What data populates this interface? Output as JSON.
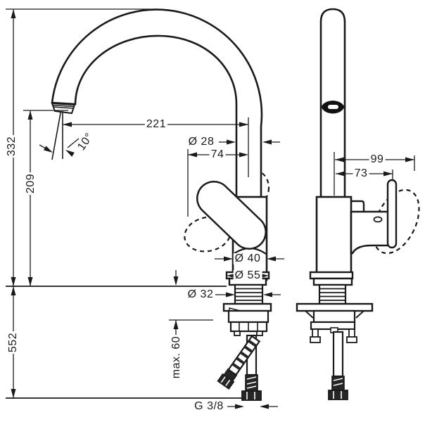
{
  "drawing": {
    "dimensions": {
      "total_height": "332",
      "spout_height": "209",
      "under_counter_depth": "552",
      "spout_reach": "221",
      "spout_pipe_diameter": "Ø 28",
      "handle_offset": "74",
      "side_reach": "99",
      "lever_offset": "73",
      "body_diameter": "Ø 40",
      "base_diameter": "Ø 55",
      "hole_diameter": "Ø 32",
      "max_counter_thickness": "max. 60",
      "connection_thread": "G 3/8",
      "stream_angle": "10°"
    },
    "colors": {
      "line": "#1a1a1a",
      "hose_fill": "#262626",
      "background": "#ffffff"
    }
  }
}
